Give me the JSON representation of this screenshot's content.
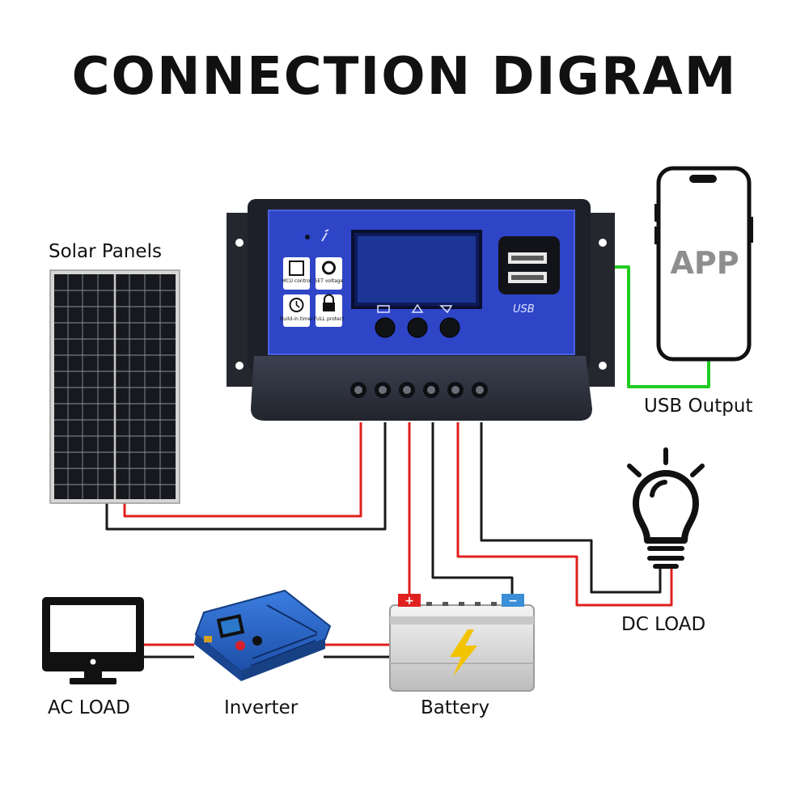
{
  "title": "CONNECTION DIGRAM",
  "labels": {
    "solar_panels": "Solar Panels",
    "usb_output": "USB Output",
    "dc_load": "DC LOAD",
    "ac_load": "AC LOAD",
    "inverter": "Inverter",
    "battery": "Battery"
  },
  "phone": {
    "screen_text": "APP"
  },
  "controller": {
    "icon_labels": {
      "mcu": "MCU control",
      "set_voltage": "SET voltage",
      "timer": "Build-in timer",
      "full_protect": "FULL protect"
    },
    "usb_mark": "USB"
  },
  "battery_terminals": {
    "positive": "+",
    "negative": "−"
  },
  "colors": {
    "wire_positive": "#e0201e",
    "wire_negative": "#1a1a1a",
    "usb_cable": "#22cc22",
    "controller_face": "#2f45c8",
    "inverter_body": "#2a66c9",
    "battery_bolt": "#f2c300",
    "battery_negative_cap": "#3a8fd6"
  }
}
